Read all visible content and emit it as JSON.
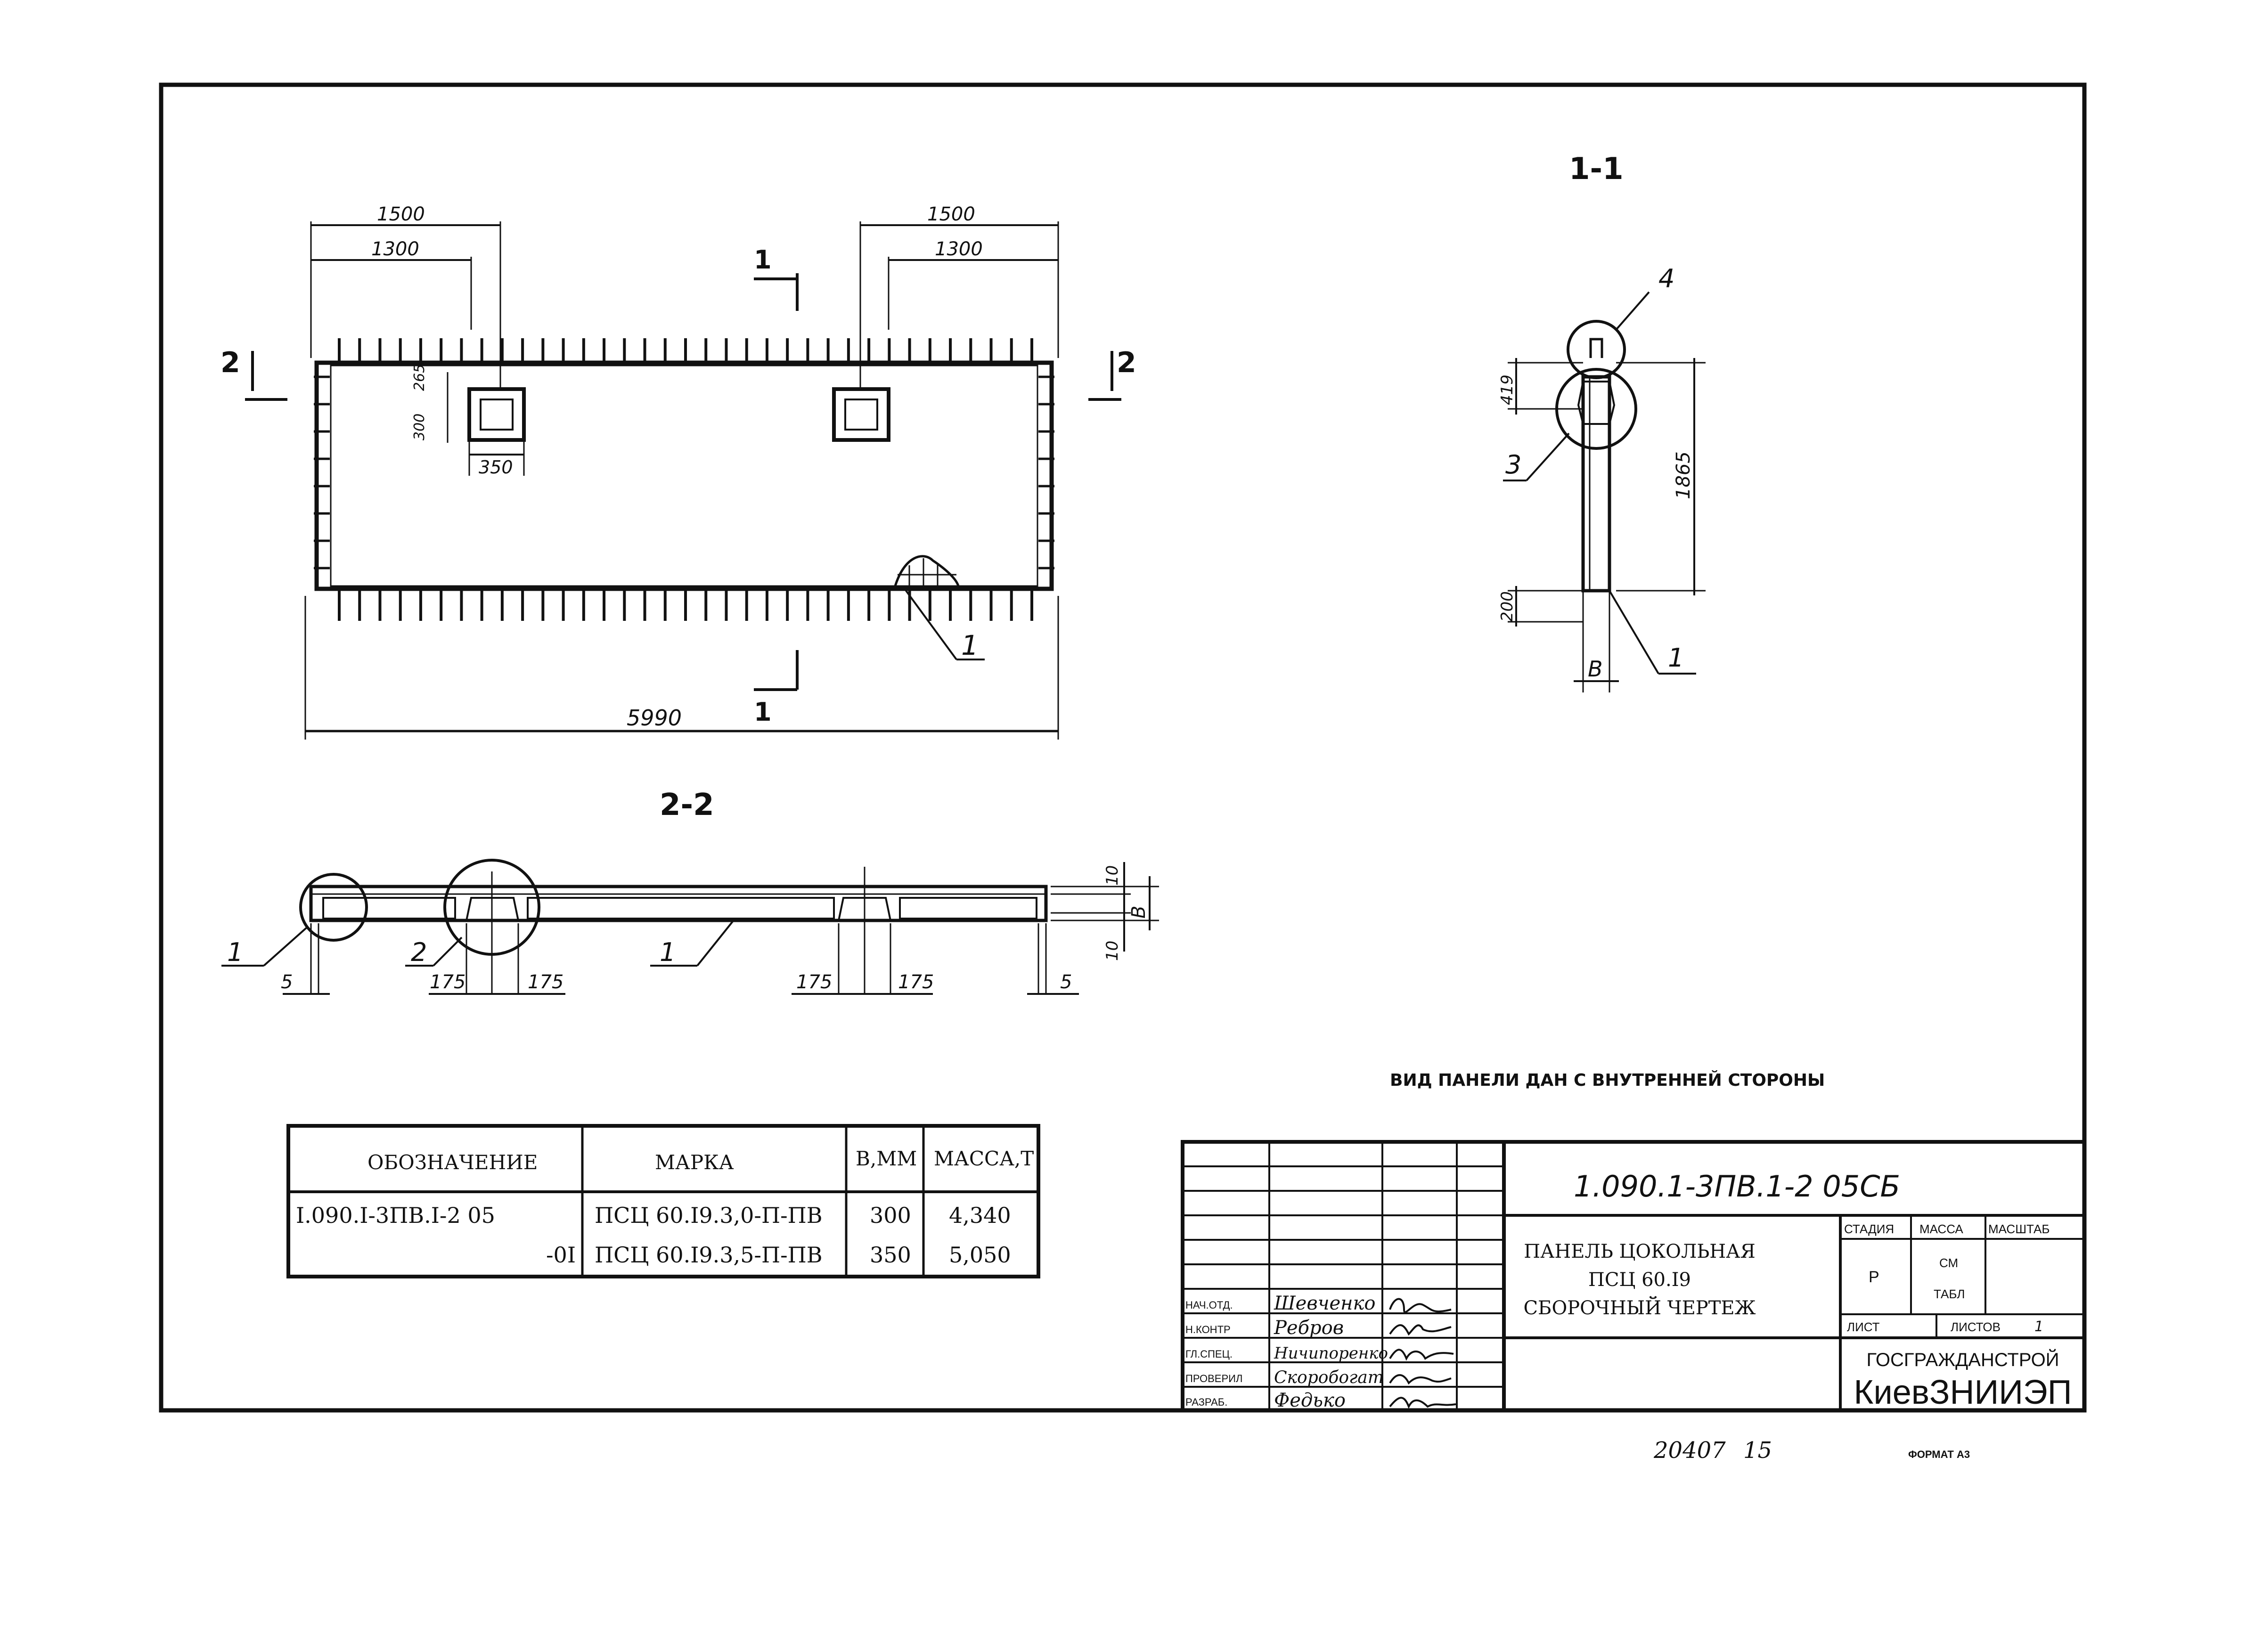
{
  "plan": {
    "dim_top_left_outer": "1500",
    "dim_top_left_inner": "1300",
    "dim_top_right_outer": "1500",
    "dim_top_right_inner": "1300",
    "dim_total_length": "5990",
    "dim_opening_height": "300",
    "dim_opening_offset": "265",
    "dim_opening_width": "350",
    "cut_label_1": "1",
    "cut_label_2": "2",
    "callout_1": "1"
  },
  "section_1_1": {
    "title": "1-1",
    "dim_419": "419",
    "dim_1865": "1865",
    "dim_200": "200",
    "dim_b": "B",
    "callout_1": "1",
    "callout_3": "3",
    "callout_4": "4"
  },
  "section_2_2": {
    "title": "2-2",
    "dim_5_left": "5",
    "dim_175_a": "175",
    "dim_175_b": "175",
    "dim_175_c": "175",
    "dim_175_d": "175",
    "dim_5_right": "5",
    "dim_10_top": "10",
    "dim_10_bottom": "10",
    "dim_b": "B",
    "callout_1a": "1",
    "callout_2": "2",
    "callout_1b": "1"
  },
  "note": "ВИД ПАНЕЛИ ДАН С ВНУТРЕННЕЙ СТОРОНЫ",
  "spec_table": {
    "headers": [
      "ОБОЗНАЧЕНИЕ",
      "МАРКА",
      "В,ММ",
      "МАССА,Т"
    ],
    "rows": [
      [
        "I.090.I-3ПВ.I-2 05",
        "ПСЦ 60.I9.3,0-П-ПВ",
        "300",
        "4,340"
      ],
      [
        "-0I",
        "ПСЦ 60.I9.3,5-П-ПВ",
        "350",
        "5,050"
      ]
    ]
  },
  "title_block": {
    "doc_code": "1.090.1-3ПВ.1-2  05СБ",
    "title_line1": "ПАНЕЛЬ ЦОКОЛЬНАЯ",
    "title_line2": "ПСЦ 60.I9",
    "title_line3": "СБОРОЧНЫЙ ЧЕРТЕЖ",
    "stage_header": "СТАДИЯ",
    "mass_header": "МАССА",
    "scale_header": "МАСШТАБ",
    "stage_value": "Р",
    "mass_value_1": "СМ",
    "mass_value_2": "ТАБЛ",
    "sheet_label": "ЛИСТ",
    "sheets_label": "ЛИСТОВ",
    "sheets_value": "1",
    "org_line1": "ГОСГРАЖДАНСТРОЙ",
    "org_line2": "КиевЗНИИЭП",
    "roles": [
      {
        "role": "НАЧ.ОТД.",
        "name": "Шевченко"
      },
      {
        "role": "Н.КОНТР",
        "name": "Ребров"
      },
      {
        "role": "ГЛ.СПЕЦ.",
        "name": "Ничипоренко"
      },
      {
        "role": "ПРОВЕРИЛ",
        "name": "Скоробогат"
      },
      {
        "role": "РАЗРАБ.",
        "name": "Федько"
      }
    ]
  },
  "footer": {
    "inventory_no": "20407",
    "sheet_no": "15",
    "format": "ФОРМАТ А3"
  }
}
